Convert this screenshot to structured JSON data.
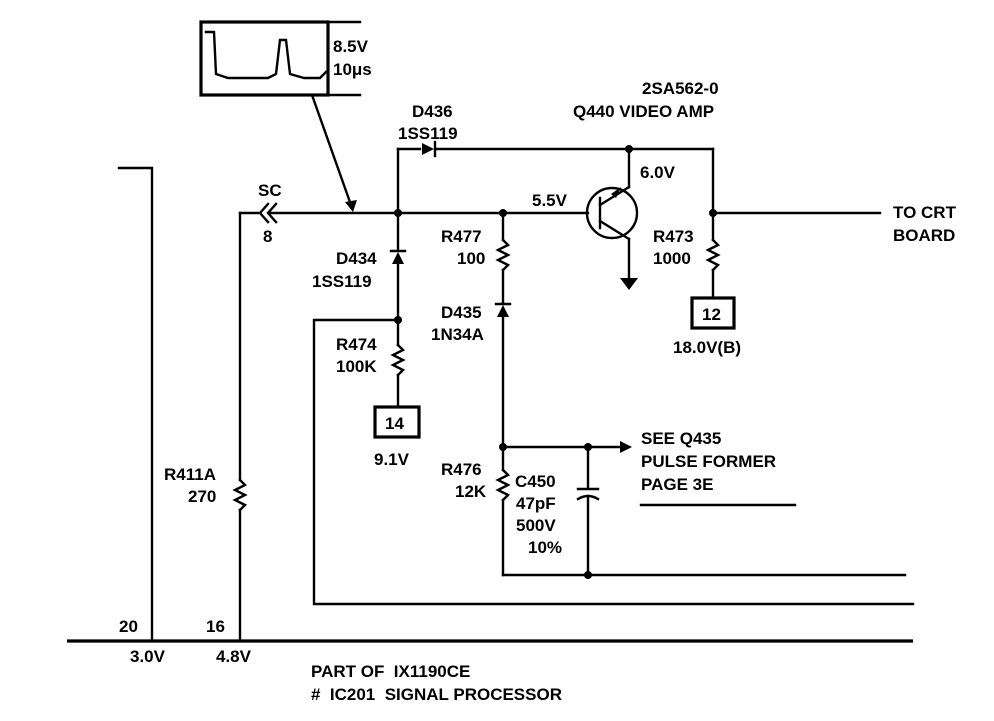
{
  "scope": {
    "volts": "8.5V",
    "time": "10μs"
  },
  "transistor": {
    "part": "2SA562-0",
    "name": "Q440 VIDEO AMP",
    "emitter_voltage": "6.0V",
    "base_voltage": "5.5V"
  },
  "d436": {
    "ref": "D436",
    "part": "1SS119"
  },
  "d434": {
    "ref": "D434",
    "part": "1SS119"
  },
  "d435": {
    "ref": "D435",
    "part": "1N34A"
  },
  "r477": {
    "ref": "R477",
    "value": "100"
  },
  "r473": {
    "ref": "R473",
    "value": "1000"
  },
  "r474": {
    "ref": "R474",
    "value": "100K"
  },
  "r476": {
    "ref": "R476",
    "value": "12K"
  },
  "r411a": {
    "ref": "R411A",
    "value": "270"
  },
  "c450": {
    "ref": "C450",
    "value": "47pF",
    "voltage": "500V",
    "tolerance": "10%"
  },
  "connector": {
    "name": "SC",
    "pin": "8"
  },
  "pin12": {
    "number": "12",
    "voltage": "18.0V(B)"
  },
  "pin14": {
    "number": "14",
    "voltage": "9.1V"
  },
  "to_crt": {
    "line1": "TO CRT",
    "line2": "BOARD"
  },
  "see_note": {
    "line1": "SEE Q435",
    "line2": "PULSE FORMER",
    "line3": "PAGE 3E"
  },
  "ic": {
    "pin20": "20",
    "pin20_voltage": "3.0V",
    "pin16": "16",
    "pin16_voltage": "4.8V",
    "line1": "PART OF  IX1190CE",
    "line2": "#  IC201  SIGNAL PROCESSOR"
  }
}
